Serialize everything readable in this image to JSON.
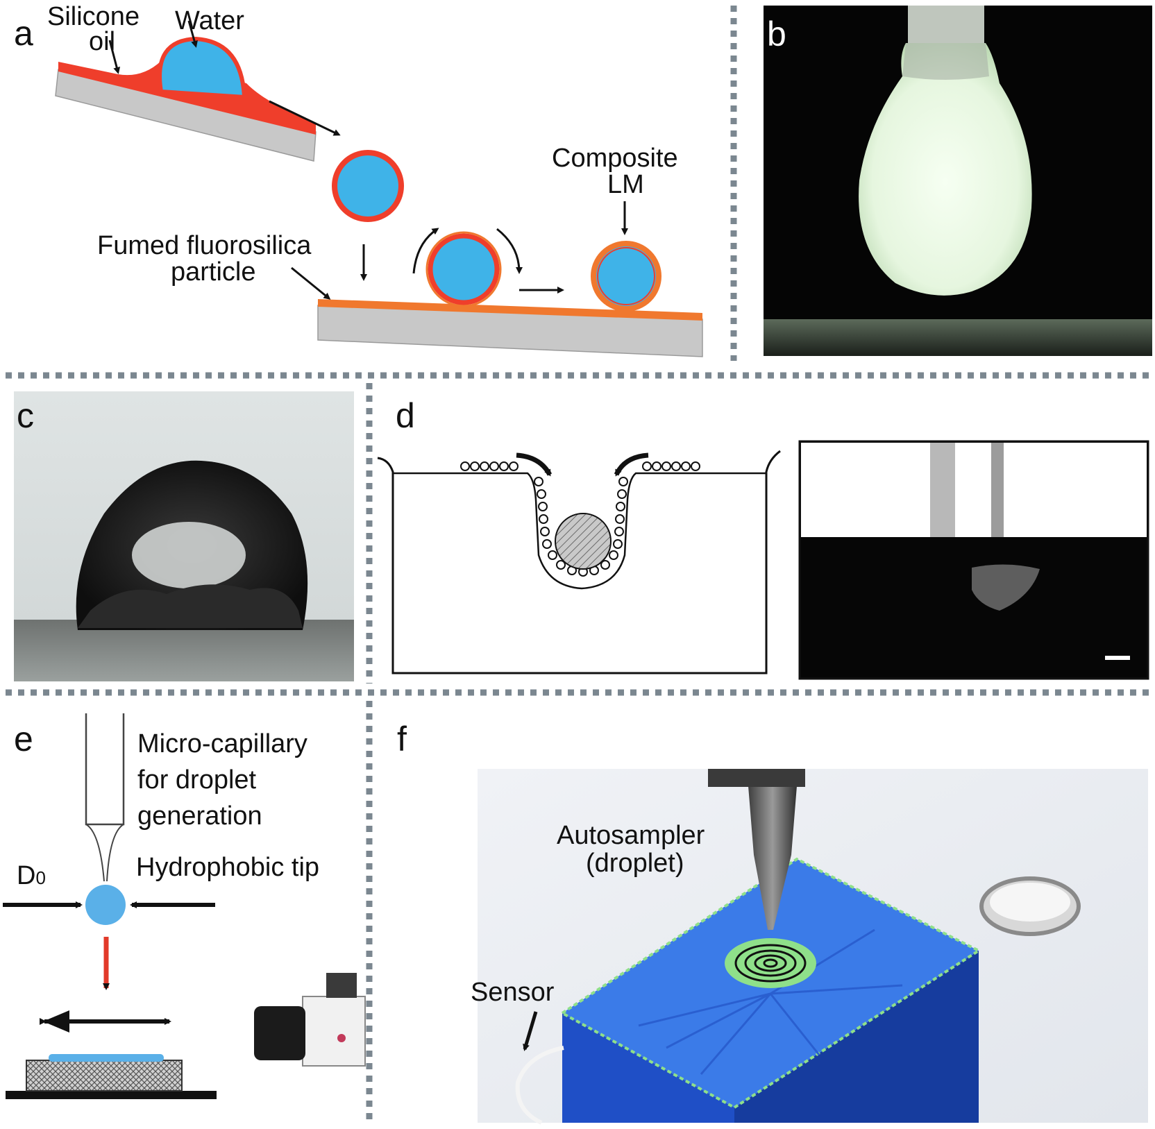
{
  "panels": {
    "a": {
      "label": "a",
      "silicone_oil": [
        "Silicone",
        "oil"
      ],
      "water": "Water",
      "composite_lm": [
        "Composite",
        "LM"
      ],
      "fumed_particle": [
        "Fumed fluorosilica",
        "particle"
      ]
    },
    "b": {
      "label": "b"
    },
    "c": {
      "label": "c"
    },
    "d": {
      "label": "d"
    },
    "e": {
      "label": "e",
      "micro_capillary": [
        "Micro-capillary",
        "for droplet",
        "generation"
      ],
      "hydrophobic_tip": "Hydrophobic tip",
      "d0_main": "D",
      "d0_sub": "0"
    },
    "f": {
      "label": "f",
      "autosampler": [
        "Autosampler",
        "(droplet)"
      ],
      "sensor": "Sensor"
    }
  },
  "colors": {
    "water_blue": "#3fb3e8",
    "silicone_red": "#ef3e2b",
    "particle_orange": "#f0782e",
    "substrate_gray": "#c8c8c8",
    "device_blue": "#2a62d8",
    "highlight_green": "#8fe08a"
  }
}
